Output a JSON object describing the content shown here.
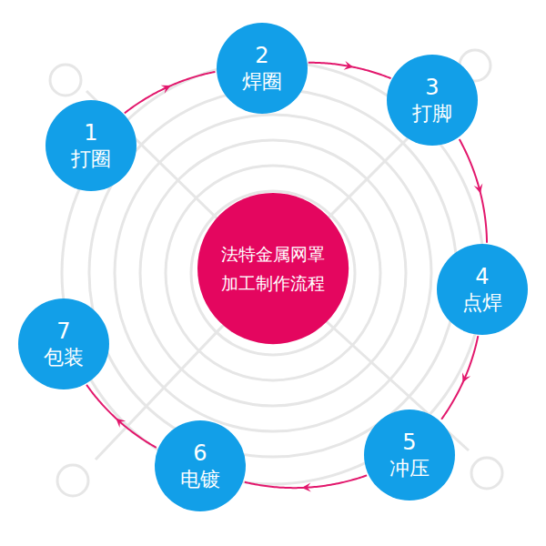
{
  "diagram": {
    "nodes": [
      {
        "text": [
          "法特金属网罩 加工制作流程"
        ]
      },
      {
        "text": [
          "1",
          "打圈"
        ]
      },
      {
        "text": [
          "2",
          "焊圈"
        ]
      },
      {
        "text": [
          "3",
          "打脚"
        ]
      },
      {
        "text": [
          "4",
          "点焊"
        ]
      },
      {
        "text": [
          "5",
          "冲压"
        ]
      },
      {
        "text": [
          "6",
          "电镀"
        ]
      },
      {
        "text": [
          "7",
          "包装"
        ]
      }
    ],
    "edges": [
      {
        "from": 1,
        "to": 2,
        "arrow": "to"
      },
      {
        "from": 2,
        "to": 3,
        "arrow": "to"
      },
      {
        "from": 3,
        "to": 4,
        "arrow": "to"
      },
      {
        "from": 4,
        "to": 5,
        "arrow": "to"
      },
      {
        "from": 5,
        "to": 6,
        "arrow": "to"
      },
      {
        "from": 6,
        "to": 7,
        "arrow": "to"
      }
    ]
  }
}
